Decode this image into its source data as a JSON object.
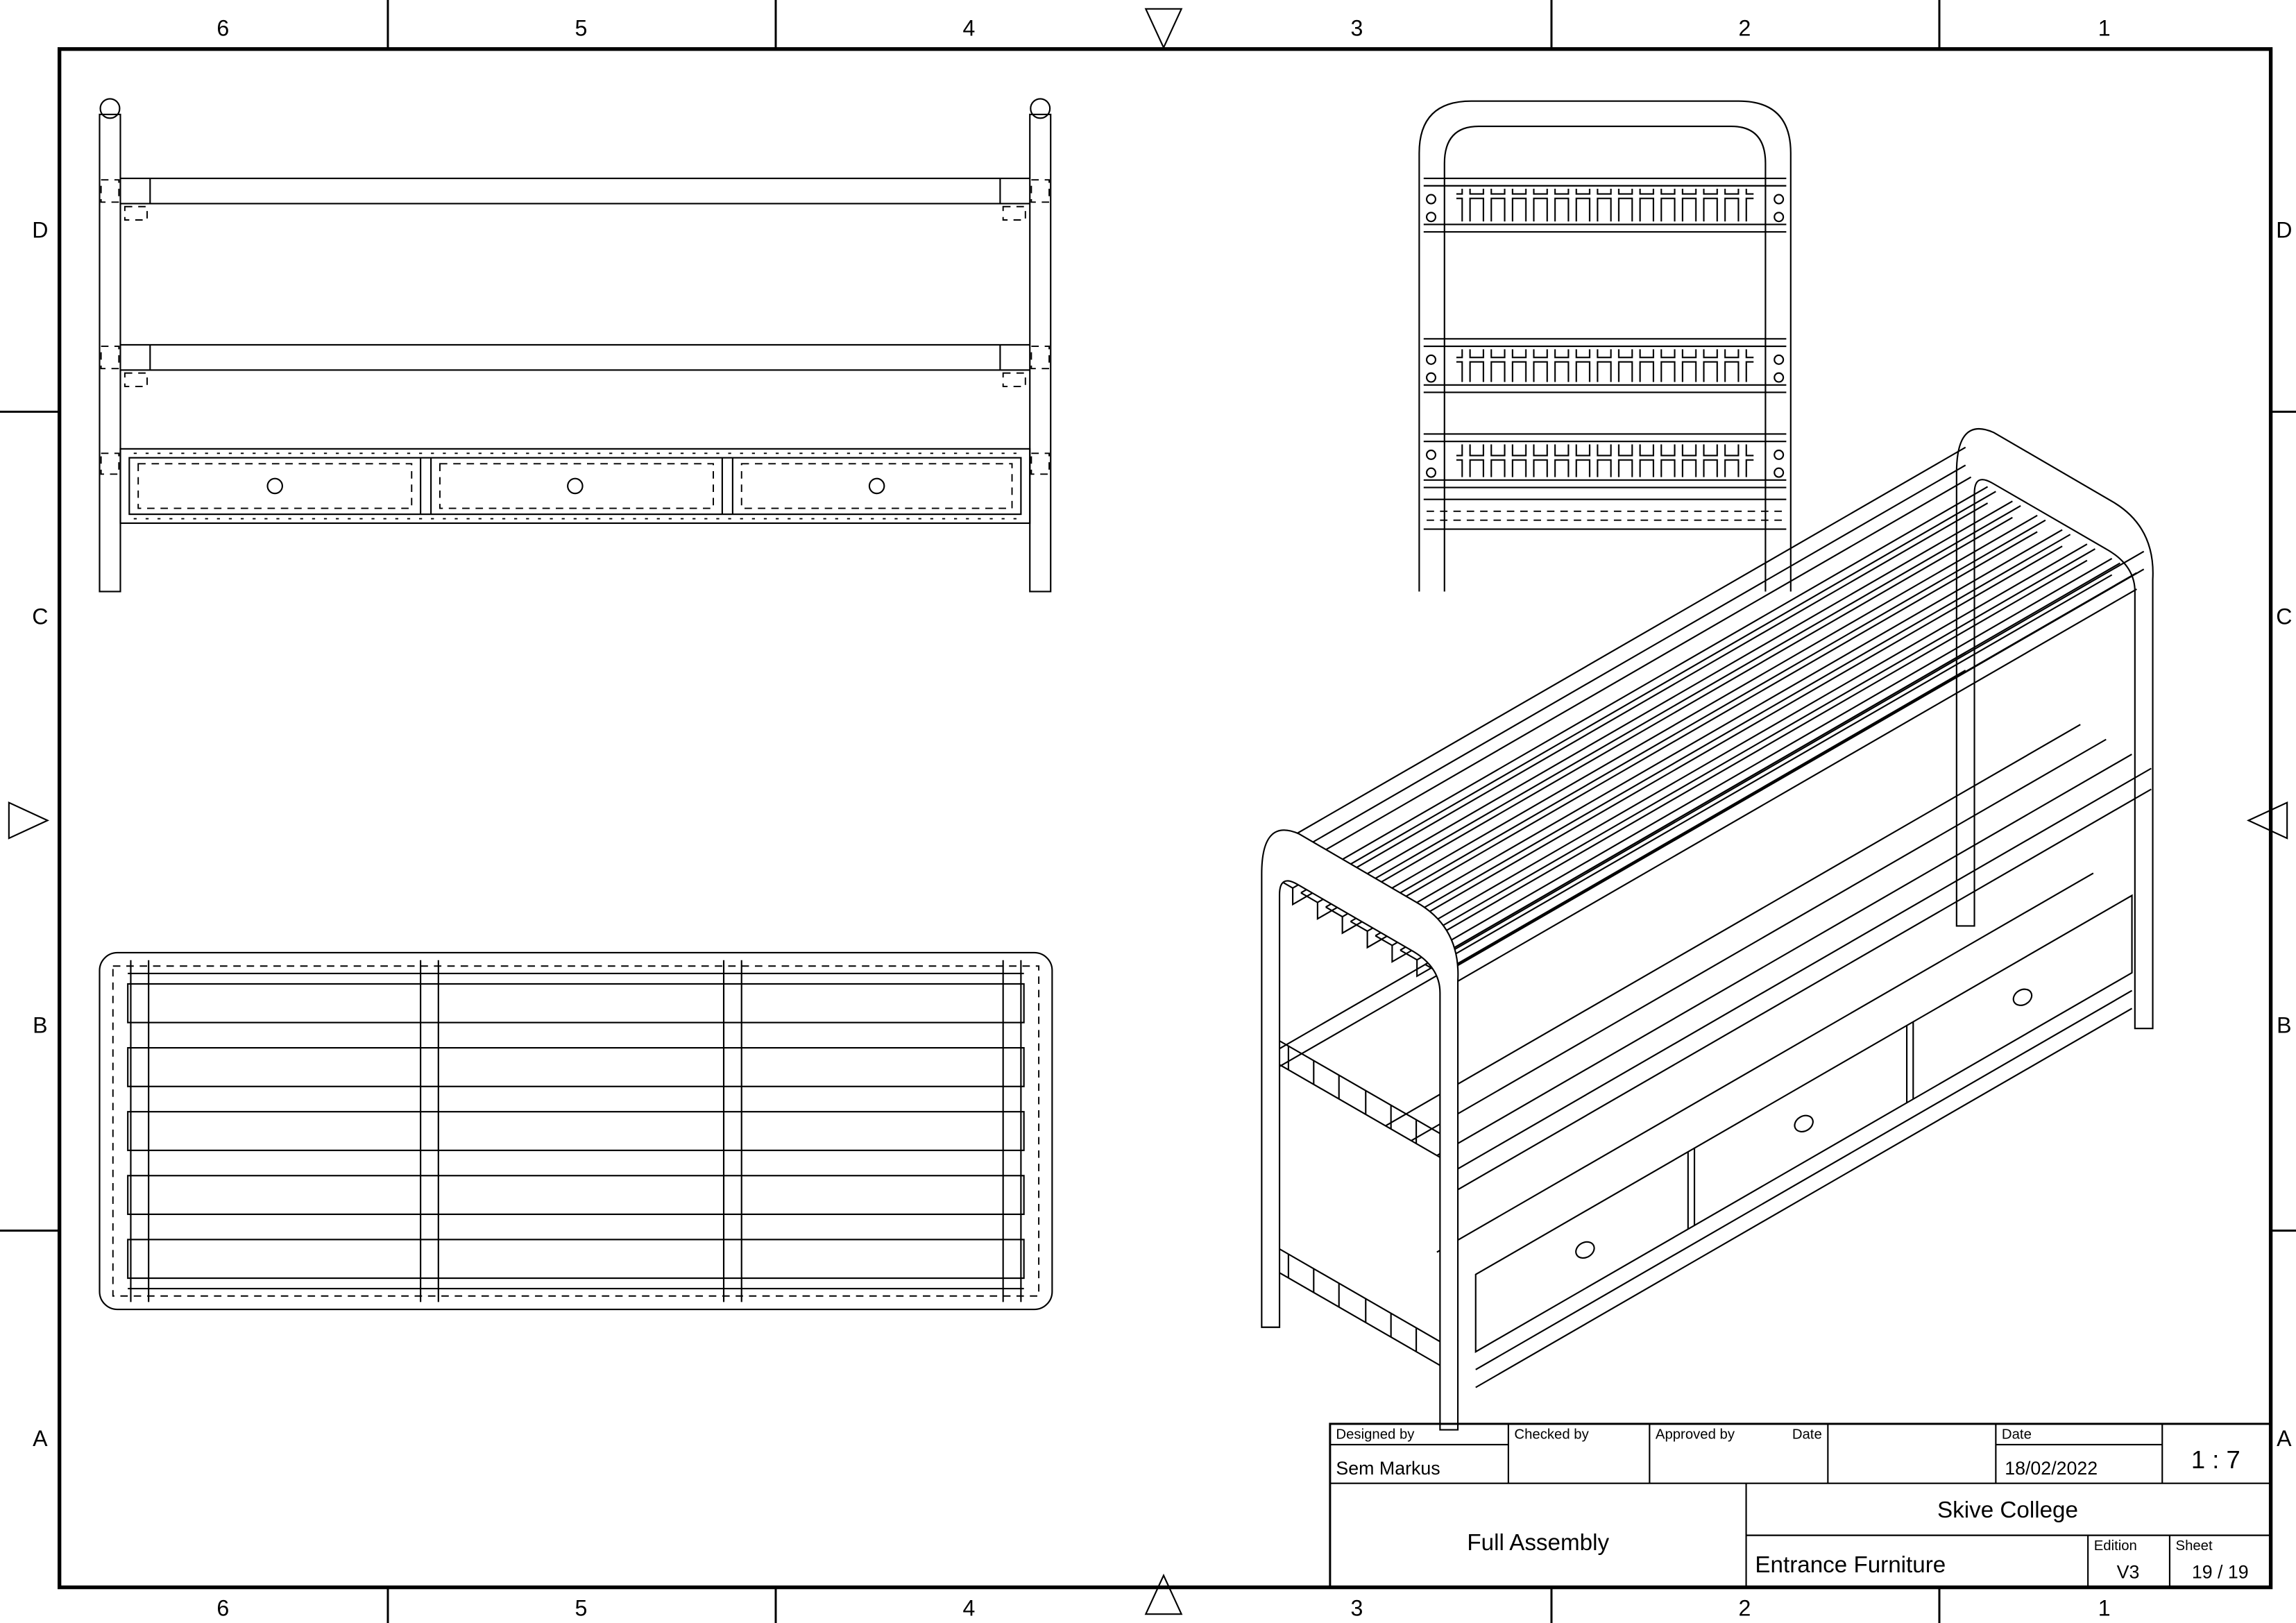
{
  "colors": {
    "line": "#000000",
    "paper": "#ffffff"
  },
  "sheet": {
    "grid_cols": [
      "6",
      "5",
      "4",
      "3",
      "2",
      "1"
    ],
    "grid_rows": [
      "D",
      "C",
      "B",
      "A"
    ]
  },
  "title_block": {
    "designed_by_label": "Designed by",
    "designed_by_value": "Sem Markus",
    "checked_by_label": "Checked by",
    "approved_by_label": "Approved by",
    "date_label_1": "Date",
    "date_label_2": "Date",
    "date_value": "18/02/2022",
    "scale_value": "1 : 7",
    "company": "Skive College",
    "drawing_title": "Full Assembly",
    "part_name": "Entrance Furniture",
    "edition_label": "Edition",
    "edition_value": "V3",
    "sheet_label": "Sheet",
    "sheet_value": "19 / 19"
  }
}
